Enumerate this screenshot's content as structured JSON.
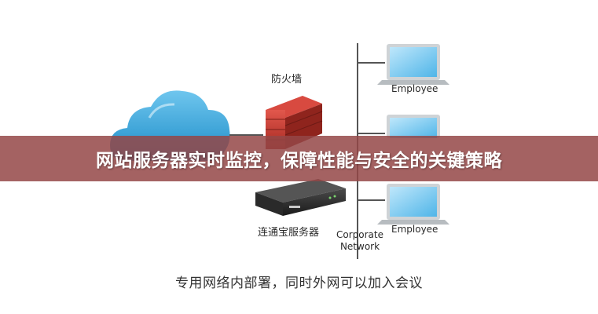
{
  "diagram": {
    "firewall_label": "防火墙",
    "server_label": "连通宝服务器",
    "network_label": "Corporate Network",
    "employees": [
      "Employee",
      "Employee"
    ],
    "caption": "专用网络内部署，同时外网可以加入会议"
  },
  "banner": {
    "title": "网站服务器实时监控，保障性能与安全的关键策略"
  },
  "colors": {
    "cloud": "#2a9fd6",
    "firewall": "#c43b32",
    "banner": "#944646"
  }
}
